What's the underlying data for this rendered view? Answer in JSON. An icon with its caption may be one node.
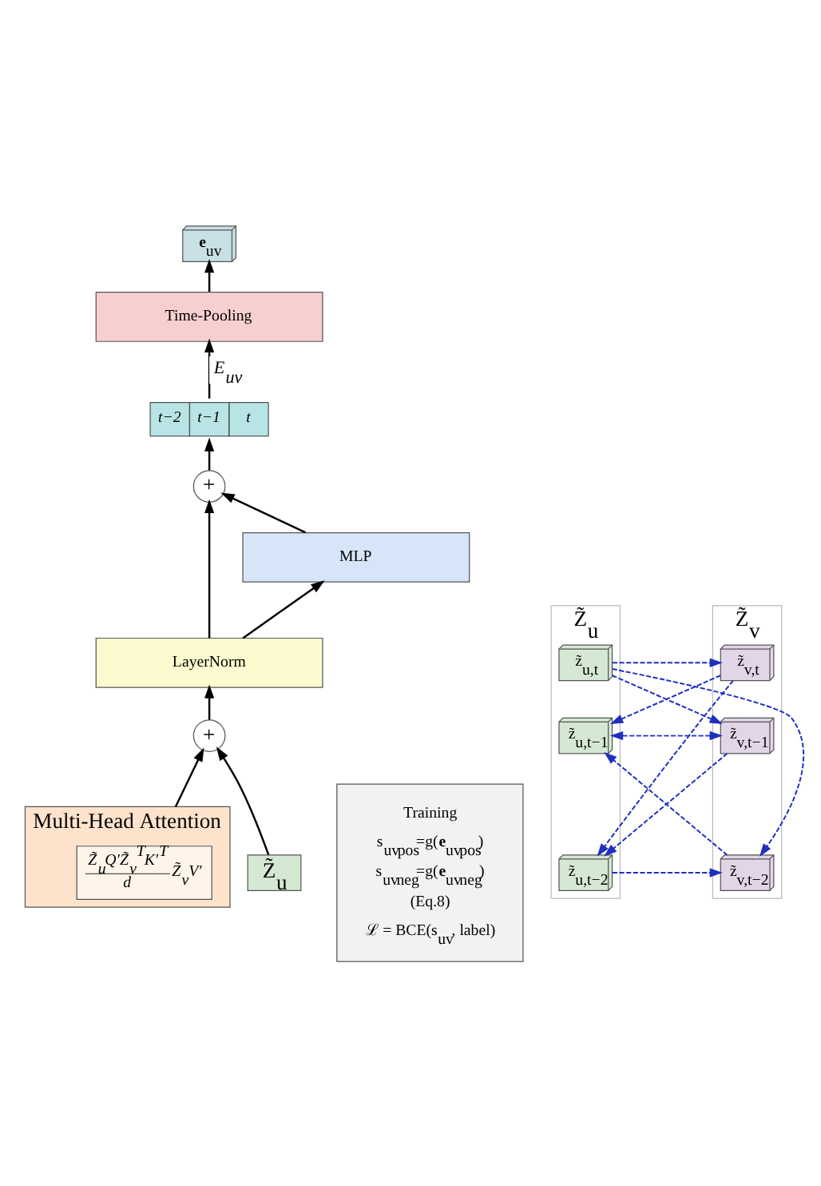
{
  "diagram": {
    "nodes": [
      {
        "text": [
          "**e**$_{uv}$"
        ]
      },
      {
        "text": [
          "Time-Pooling"
        ]
      },
      {
        "text": [
          "t−2",
          "t−1",
          "t"
        ]
      },
      {
        "text": [
          "+"
        ]
      },
      {
        "text": [
          "MLP"
        ]
      },
      {
        "text": [
          "LayerNorm"
        ]
      },
      {
        "text": [
          "+"
        ]
      },
      {
        "text": [
          "Multi-Head Attention"
        ]
      },
      {
        "text": [
          "Z̃$_{u}$Q′Z̃$_{v}$$^{T}$K′$^{T}$",
          "d",
          "Z̃$_{v}$V′"
        ],
        "in": 7
      },
      {
        "text": [
          "Training",
          "s$_{uv}$$_{pos}$=g(**e**$_{uv}$$_{pos}$)",
          "s$_{uv}$$_{neg}$=g(**e**$_{uv}$$_{neg}$)",
          "(Eq.8)",
          "ℒ = BCE(s$_{uv}$, label)"
        ]
      },
      {
        "text": [
          "Z̃$_{u}$"
        ]
      },
      {
        "text": [
          "z̃$_{u,t}$"
        ],
        "in": 10
      },
      {
        "text": [
          "z̃$_{u,t−1}$"
        ],
        "in": 10
      },
      {
        "text": [
          "z̃$_{u,t−2}$"
        ],
        "in": 10
      },
      {
        "text": [
          "Z̃$_{v}$"
        ]
      },
      {
        "text": [
          "z̃$_{v,t}$"
        ],
        "in": 14
      },
      {
        "text": [
          "z̃$_{v,t−1}$"
        ],
        "in": 14
      },
      {
        "text": [
          "z̃$_{v,t−2}$"
        ],
        "in": 14
      },
      {
        "text": [
          "Z̃$_{u}$"
        ]
      }
    ],
    "edges": [
      {
        "from": 1,
        "to": 0,
        "arrow": "to"
      },
      {
        "from": 2,
        "to": 1,
        "arrow": "to",
        "label": "E$_{uv}$"
      },
      {
        "from": 3,
        "to": 2,
        "arrow": "to"
      },
      {
        "from": 4,
        "to": 3,
        "arrow": "to"
      },
      {
        "from": 5,
        "to": 4,
        "arrow": "to"
      },
      {
        "from": 5,
        "to": 3,
        "arrow": "to"
      },
      {
        "from": 6,
        "to": 5,
        "arrow": "to"
      },
      {
        "from": 18,
        "to": 6,
        "arrow": "to"
      },
      {
        "from": 7,
        "to": 6,
        "arrow": "to"
      },
      {
        "from": 11,
        "to": 15,
        "arrow": "to",
        "style": "dashed",
        "color": "#1f2fc0"
      },
      {
        "from": 11,
        "to": 16,
        "arrow": "to",
        "style": "dashed",
        "color": "#1f2fc0"
      },
      {
        "from": 11,
        "to": 17,
        "arrow": "to",
        "style": "dashed",
        "color": "#1f2fc0"
      },
      {
        "from": 12,
        "to": 16,
        "arrow": "both",
        "style": "dashed",
        "color": "#1f2fc0"
      },
      {
        "from": 15,
        "to": 12,
        "arrow": "to",
        "style": "dashed",
        "color": "#1f2fc0"
      },
      {
        "from": 17,
        "to": 12,
        "arrow": "to",
        "style": "dashed",
        "color": "#1f2fc0"
      },
      {
        "from": 13,
        "to": 17,
        "arrow": "to",
        "style": "dashed",
        "color": "#1f2fc0"
      },
      {
        "from": 15,
        "to": 13,
        "arrow": "to",
        "style": "dashed",
        "color": "#1f2fc0"
      },
      {
        "from": 16,
        "to": 13,
        "arrow": "to",
        "style": "dashed",
        "color": "#1f2fc0"
      }
    ]
  }
}
